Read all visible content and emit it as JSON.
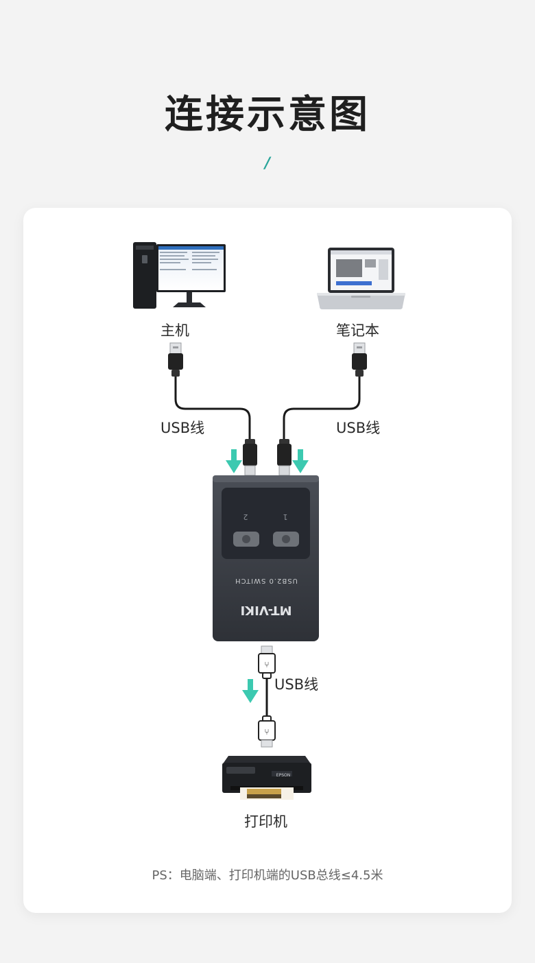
{
  "header": {
    "title": "连接示意图",
    "accent_mark": "/"
  },
  "diagram": {
    "host_label": "主机",
    "laptop_label": "笔记本",
    "cable_left_label": "USB线",
    "cable_right_label": "USB线",
    "cable_bottom_label": "USB线",
    "printer_label": "打印机",
    "switch_brand": "MT-VIKI",
    "switch_model": "USB2.0 SWITCH",
    "port_1": "1",
    "port_2": "2"
  },
  "footer": {
    "note": "PS：电脑端、打印机端的USB总线≤4.5米"
  },
  "colors": {
    "arrow": "#3cc9b0",
    "accent": "#2aa59a",
    "switch_body": "#3a3d44"
  }
}
